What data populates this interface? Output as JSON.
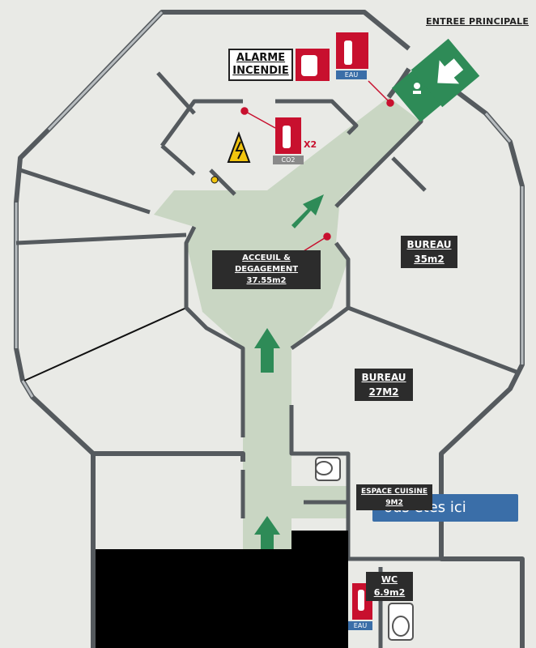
{
  "entrance_label": "ENTREE PRINCIPALE",
  "rooms": {
    "accueil": {
      "name": "ACCEUIL & DEGAGEMENT",
      "area": "37.55m2"
    },
    "bureau1": {
      "name": "BUREAU",
      "area": "35m2"
    },
    "bureau2": {
      "name": "BUREAU",
      "area": "27M2"
    },
    "cuisine": {
      "name": "ESPACE CUISINE",
      "area": "9M2"
    },
    "wc": {
      "name": "WC",
      "area": "6.9m2"
    }
  },
  "fire_alarm": {
    "line1": "ALARME",
    "line2": "INCENDIE"
  },
  "extinguisher_tags": {
    "water": "EAU",
    "co2": "CO2",
    "co2_count": "X2"
  },
  "you_are_here": "ous êtes ici",
  "icons": [
    "fire-extinguisher-icon",
    "alarm-button-icon",
    "electrical-hazard-icon",
    "emergency-exit-icon",
    "toilet-icon",
    "direction-arrow-icon"
  ],
  "colors": {
    "wall": "#555a5e",
    "corridor": "#c9d6c3",
    "exit_green": "#2e8b57",
    "fire_red": "#c8102e",
    "water_blue": "#3a6ea8"
  }
}
